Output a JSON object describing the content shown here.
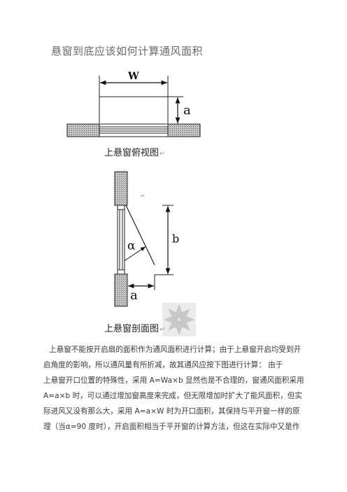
{
  "title": "悬窗到底应该如何计算通风面积",
  "figure1": {
    "dim_w": "W",
    "dim_a": "a",
    "caption": "上悬窗俯视图",
    "caption_mark": "↵"
  },
  "figure2": {
    "dim_b": "b",
    "dim_a": "a",
    "alpha": "α",
    "small_mark": "↵",
    "caption": "上悬窗剖面图",
    "caption_mark": "↵"
  },
  "paragraph": {
    "lines": [
      "上悬窗不能按开启扇的面积作为通风面积进行计算；由于上悬窗开启均受到开",
      "启角度的影响，所以通风量有所折减，故其通风应按下图进行计算：        由于",
      "上悬窗开口位置的特殊性，采用 A=Wa×b 显然也是不合理的，窗通风面积采用",
      "A=a×b 时，可以通过增加窗高度来完成，但无限增加时扩大了能风面积，但实",
      "际进风又没有那么大，采用 A=a×W 时为开口面积，其保持与平开窗一样的原",
      "理（当α=90 度时），开启面积相当于平开窗的计算方法，但这在实际中又是作"
    ]
  }
}
